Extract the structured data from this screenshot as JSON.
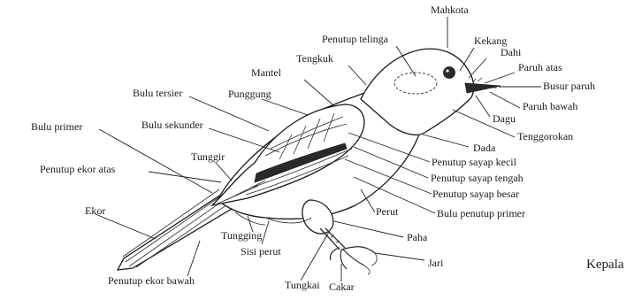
{
  "diagram": {
    "side_label": "Kepala",
    "labels": {
      "mahkota": "Mahkota",
      "penutup_telinga": "Penutup telinga",
      "kekang": "Kekang",
      "dahi": "Dahi",
      "tengkuk": "Tengkuk",
      "paruh_atas": "Paruh atas",
      "mantel": "Mantel",
      "busur_paruh": "Busur paruh",
      "bulu_tersier": "Bulu tersier",
      "punggung": "Punggung",
      "paruh_bawah": "Paruh bawah",
      "dagu": "Dagu",
      "bulu_primer": "Bulu primer",
      "bulu_sekunder": "Bulu sekunder",
      "tenggorokan": "Tenggorokan",
      "dada": "Dada",
      "tunggir": "Tunggir",
      "penutup_sayap_kecil": "Penutup sayap kecil",
      "penutup_ekor_atas": "Penutup ekor atas",
      "penutup_sayap_tengah": "Penutup sayap tengah",
      "penutup_sayap_besar": "Penutup sayap besar",
      "ekor": "Ekor",
      "perut": "Perut",
      "bulu_penutup_primer": "Bulu penutup primer",
      "tungging": "Tungging",
      "paha": "Paha",
      "sisi_perut": "Sisi perut",
      "jari": "Jari",
      "penutup_ekor_bawah": "Penutup ekor bawah",
      "tungkai": "Tungkai",
      "cakar": "Cakar"
    }
  }
}
